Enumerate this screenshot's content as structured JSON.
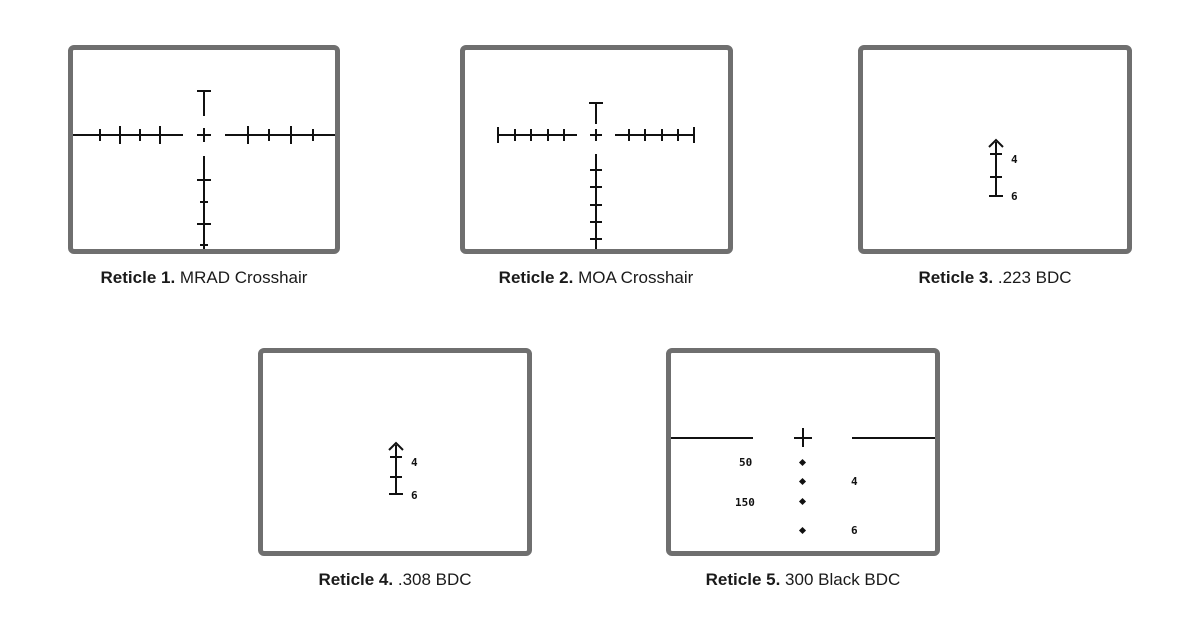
{
  "reticles": [
    {
      "label": "Reticle 1.",
      "name": "MRAD Crosshair"
    },
    {
      "label": "Reticle 2.",
      "name": "MOA Crosshair"
    },
    {
      "label": "Reticle 3.",
      "name": ".223 BDC",
      "marks": [
        "4",
        "6"
      ]
    },
    {
      "label": "Reticle 4.",
      "name": ".308 BDC",
      "marks": [
        "4",
        "6"
      ]
    },
    {
      "label": "Reticle 5.",
      "name": "300 Black BDC",
      "marks": [
        "50",
        "150",
        "4",
        "6"
      ]
    }
  ],
  "colors": {
    "frame": "#6f6f6f",
    "reticle": "#111111",
    "caption": "#1a1a1a"
  }
}
